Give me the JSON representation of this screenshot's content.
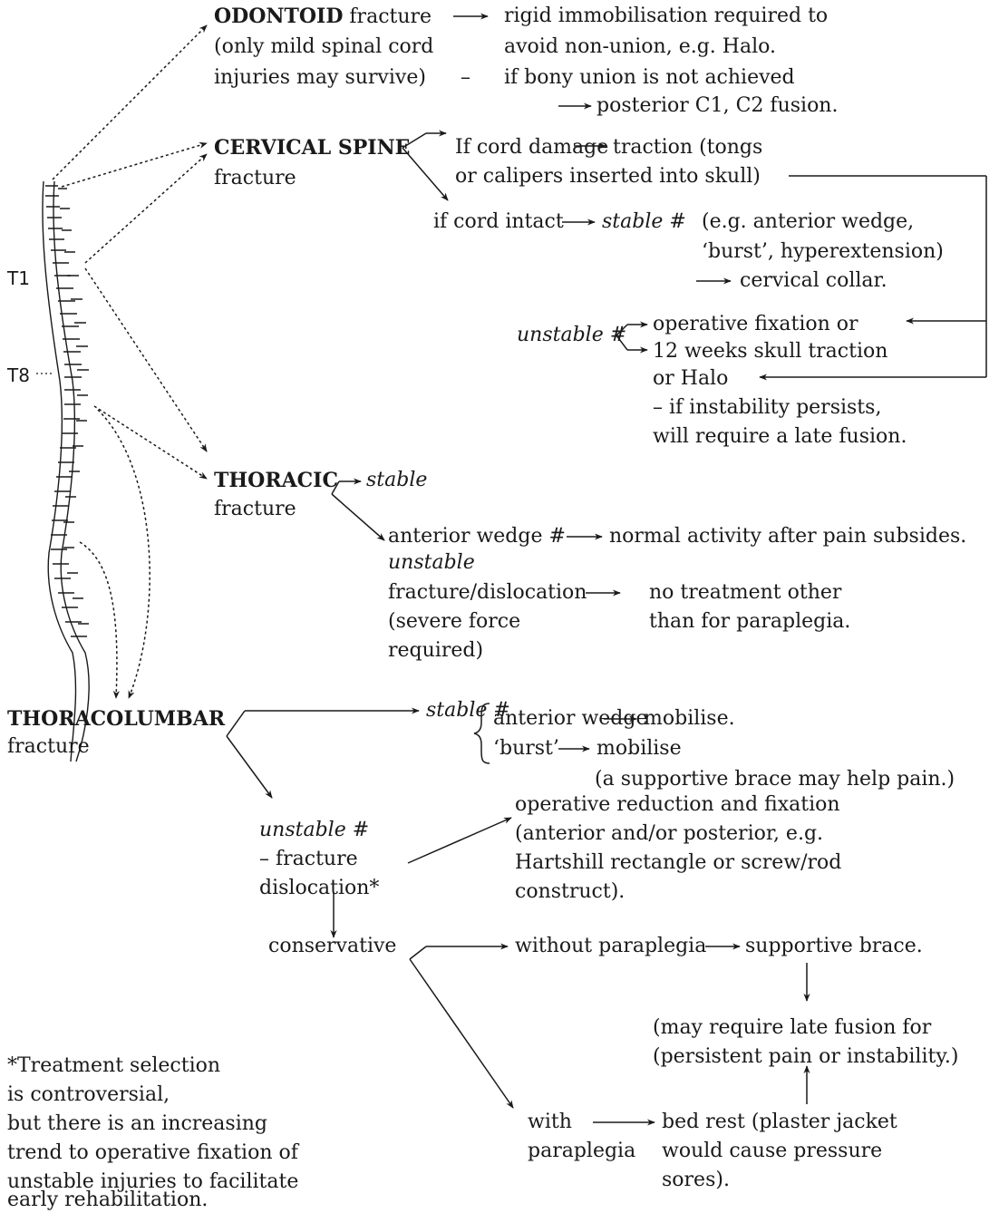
{
  "spine_labels": {
    "t1": "T1",
    "t8": "T8"
  },
  "odontoid": {
    "head_bold": "ODONTOID",
    "head_rest": " fracture",
    "note_1": "(only mild spinal cord",
    "note_2": "injuries may survive)",
    "dash": "–",
    "treat_1": "rigid immobilisation required to",
    "treat_2": "avoid non-union, e.g. Halo.",
    "treat_3": "if bony union is not achieved",
    "treat_4": "posterior C1, C2 fusion."
  },
  "cervical": {
    "head_bold": "CERVICAL SPINE",
    "head_sub": "fracture",
    "cord_damage_1": "If cord damage",
    "cord_damage_2": "traction (tongs",
    "cord_damage_3": "or calipers inserted into skull)",
    "cord_intact": "if cord intact",
    "stable": "stable",
    "hash": " #",
    "stable_eg_1": "(e.g. anterior wedge,",
    "stable_eg_2": "‘burst’, hyperextension)",
    "collar": "cervical collar.",
    "unstable": "unstable",
    "opfix": "operative fixation or",
    "traction": "12 weeks skull traction",
    "halo": "or Halo",
    "persists_1": "– if instability persists,",
    "persists_2": "will require a late fusion."
  },
  "thoracic": {
    "head_bold": "THORACIC",
    "head_sub": "fracture",
    "stable": "stable",
    "wedge": "anterior wedge #",
    "normal": "normal activity after pain subsides.",
    "unstable": "unstable",
    "fd": "fracture/dislocation",
    "severe_1": "(severe force",
    "severe_2": "required)",
    "notreat_1": "no treatment other",
    "notreat_2": "than for paraplegia."
  },
  "thoracolumbar": {
    "head_bold": "THORACOLUMBAR",
    "head_sub": "fracture",
    "stable": "stable",
    "hash": " #",
    "wedge": "anterior wedge",
    "mobilise": "mobilise.",
    "burst": "‘burst’",
    "mobilise2": "mobilise",
    "brace_note": "(a supportive brace may help pain.)",
    "unstable": "unstable",
    "frac_1": "– fracture",
    "frac_2": "dislocation*",
    "op_1": "operative reduction and fixation",
    "op_2": "(anterior and/or posterior, e.g.",
    "op_3": "Hartshill rectangle or screw/rod",
    "op_4": "construct).",
    "conservative": "conservative",
    "without": "without paraplegia",
    "brace": "supportive brace.",
    "late_1": "(may require late fusion for",
    "late_2": "(persistent pain or instability.)",
    "with_1": "with",
    "with_2": "paraplegia",
    "bed_1": "bed rest (plaster jacket",
    "bed_2": "would cause pressure",
    "bed_3": "sores)."
  },
  "footnote": {
    "l1": "*Treatment selection",
    "l2": "is controversial,",
    "l3": "but there is an increasing",
    "l4": "trend to operative fixation of",
    "l5": "unstable injuries to facilitate",
    "l6": "early rehabilitation."
  }
}
